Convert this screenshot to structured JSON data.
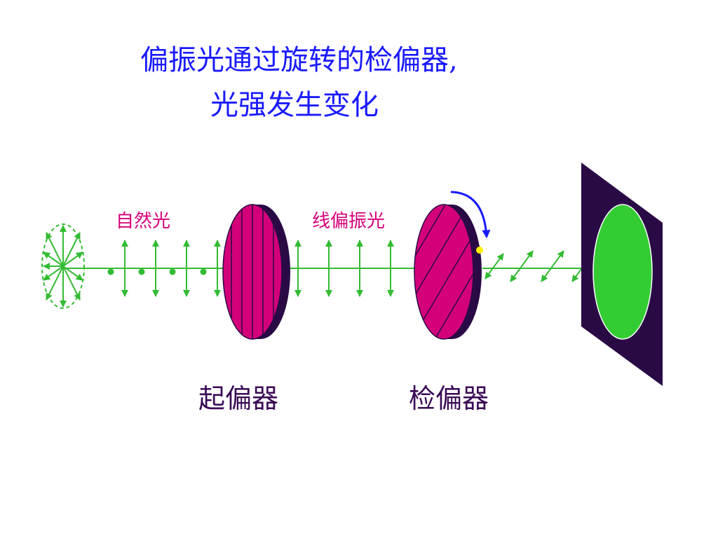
{
  "title": {
    "line1": "偏振光通过旋转的检偏器,",
    "line2": "光强发生变化"
  },
  "labels": {
    "natural_light": "自然光",
    "linear_polarized_light": "线偏振光",
    "polarizer": "起偏器",
    "analyzer": "检偏器"
  },
  "colors": {
    "title": "#1a1aff",
    "small_label": "#d4007a",
    "big_label": "#3a0a55",
    "light_ray": "#33bb33",
    "polarizer_disc": "#d4007a",
    "disc_edge": "#2a0a45",
    "screen": "#2a0a45",
    "light_spot": "#33cc33",
    "rotation_arrow": "#1a1aff",
    "marker_dot": "#ffee00"
  },
  "icons": {
    "rotation": "curved-arrow-icon"
  }
}
